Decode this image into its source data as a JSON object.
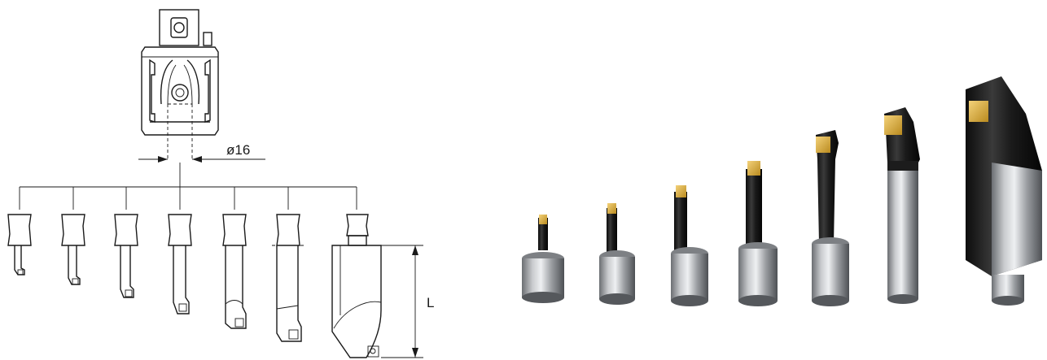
{
  "drawing": {
    "diameter_label": "ø16",
    "length_label": "L"
  },
  "photo": {
    "bar_count": 7
  }
}
